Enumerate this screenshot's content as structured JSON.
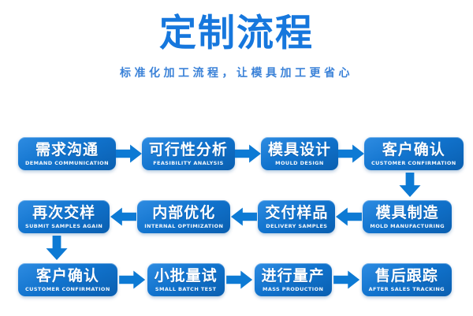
{
  "header": {
    "title": "定制流程",
    "subtitle": "标准化加工流程，让模具加工更省心"
  },
  "colors": {
    "accent": "#1677dd",
    "subtitle_color": "#3b82d8",
    "box_top": "#2e8ce2",
    "box_bottom": "#0a5fb0",
    "arrow": "#0d7ad4"
  },
  "flow": {
    "rows": [
      {
        "arrow_direction": "right",
        "steps": [
          {
            "title": "需求沟通",
            "subtitle": "DEMAND COMMUNICATION"
          },
          {
            "title": "可行性分析",
            "subtitle": "FEASIBILITY ANALYSIS"
          },
          {
            "title": "模具设计",
            "subtitle": "MOULD DESIGN"
          },
          {
            "title": "客户确认",
            "subtitle": "CUSTOMER CONFIRMATION"
          }
        ]
      },
      {
        "arrow_direction": "left",
        "steps": [
          {
            "title": "再次交样",
            "subtitle": "SUBMIT SAMPLES AGAIN"
          },
          {
            "title": "内部优化",
            "subtitle": "INTERNAL OPTIMIZATION"
          },
          {
            "title": "交付样品",
            "subtitle": "DELIVERY SAMPLES"
          },
          {
            "title": "模具制造",
            "subtitle": "MOLD MANUFACTURING"
          }
        ]
      },
      {
        "arrow_direction": "right",
        "steps": [
          {
            "title": "客户确认",
            "subtitle": "CUSTOMER CONFIRMATION"
          },
          {
            "title": "小批量试",
            "subtitle": "SMALL BATCH TEST"
          },
          {
            "title": "进行量产",
            "subtitle": "MASS PRODUCTION"
          },
          {
            "title": "售后跟踪",
            "subtitle": "AFTER SALES TRACKING"
          }
        ]
      }
    ]
  }
}
